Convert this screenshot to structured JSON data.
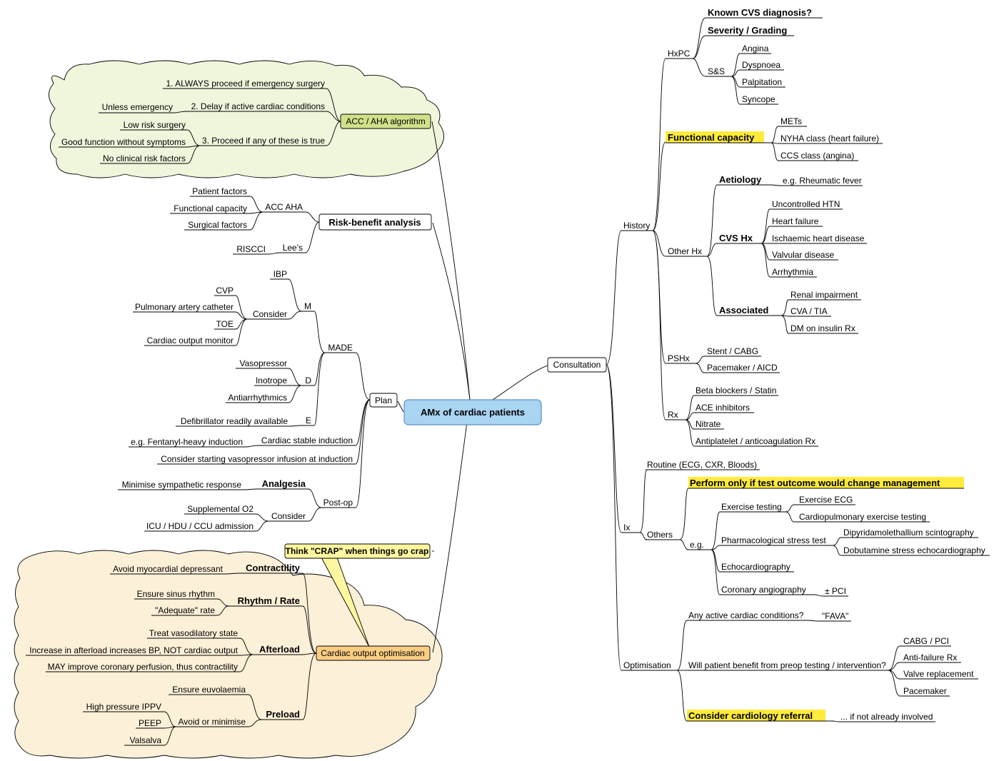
{
  "central": "AMx of cardiac patients",
  "colors": {
    "central_fill": "#a9d4f2",
    "central_stroke": "#5a8fc2",
    "green_cloud": "#eff6dc",
    "green_node": "#cfe28a",
    "orange_cloud": "#fdf0d8",
    "orange_node": "#fbcd83",
    "callout": "#fff6a0",
    "highlight": "#ffeb3b"
  },
  "left": {
    "acc_aha_algorithm": {
      "label": "ACC / AHA algorithm",
      "always": "1. ALWAYS proceed if emergency surgery",
      "delay": "2. Delay if active cardiac conditions",
      "unless": "Unless emergency",
      "proceed": "3. Proceed if any of these is true",
      "low_risk": "Low risk surgery",
      "good_function": "Good function without symptoms",
      "no_clinical": "No clinical risk factors"
    },
    "risk_benefit": {
      "label": "Risk-benefit analysis",
      "acc_aha": "ACC AHA",
      "patient_factors": "Patient factors",
      "functional_capacity": "Functional capacity",
      "surgical_factors": "Surgical factors",
      "lees": "Lee's",
      "riscci": "RISCCI"
    },
    "plan": {
      "label": "Plan",
      "made": "MADE",
      "m": "M",
      "ibp": "IBP",
      "consider": "Consider",
      "cvp": "CVP",
      "pac": "Pulmonary artery catheter",
      "toe": "TOE",
      "com": "Cardiac output monitor",
      "d": "D",
      "vasopressor": "Vasopressor",
      "inotrope": "Inotrope",
      "antiarrhythmics": "Antiarrhythmics",
      "e": "E",
      "defib": "Defibrillator readily available",
      "stable_induction": "Cardiac stable induction",
      "fentanyl": "e.g. Fentanyl-heavy induction",
      "vaso_infusion": "Consider starting vasopressor infusion at induction",
      "postop": "Post-op",
      "analgesia": "Analgesia",
      "minimise_symp": "Minimise sympathetic response",
      "consider2": "Consider",
      "supp_o2": "Supplemental O2",
      "icu": "ICU / HDU / CCU admission"
    },
    "callout": "Think \"CRAP\" when things go crap",
    "co_opt": {
      "label": "Cardiac output optimisation",
      "contractility": "Contractility",
      "avoid_depressant": "Avoid myocardial depressant",
      "rhythm": "Rhythm / Rate",
      "sinus": "Ensure sinus rhythm",
      "adequate": "\"Adequate\" rate",
      "afterload": "Afterload",
      "treat_vaso": "Treat vasodilatory state",
      "increase_afterload": "Increase in afterload increases BP, NOT cardiac output",
      "may_improve": "MAY improve coronary perfusion, thus contractility",
      "preload": "Preload",
      "euvolaemia": "Ensure euvolaemia",
      "avoid_min": "Avoid or minimise",
      "ippv": "High pressure IPPV",
      "peep": "PEEP",
      "valsalva": "Valsalva"
    }
  },
  "right": {
    "consultation": "Consultation",
    "history": {
      "label": "History",
      "hxpc": "HxPC",
      "known_cvs": "Known CVS diagnosis?",
      "severity": "Severity / Grading",
      "ss": "S&S",
      "angina": "Angina",
      "dyspnoea": "Dyspnoea",
      "palpitation": "Palpitation",
      "syncope": "Syncope",
      "functional": "Functional capacity",
      "mets": "METs",
      "nyha": "NYHA class (heart failure)",
      "ccs": "CCS class (angina)",
      "other_hx": "Other Hx",
      "aetiology": "Aetiology",
      "rheumatic": "e.g. Rheumatic fever",
      "cvs_hx": "CVS Hx",
      "htn": "Uncontrolled HTN",
      "hf": "Heart failure",
      "ihd": "Ischaemic heart disease",
      "valvular": "Valvular disease",
      "arrhythmia": "Arrhythmia",
      "associated": "Associated",
      "renal": "Renal impairment",
      "cva": "CVA / TIA",
      "dm": "DM on insulin Rx",
      "pshx": "PSHx",
      "stent": "Stent / CABG",
      "pacemaker_aicd": "Pacemaker / AICD",
      "rx": "Rx",
      "beta": "Beta blockers / Statin",
      "ace": "ACE inhibitors",
      "nitrate": "Nitrate",
      "antiplatelet": "Antiplatelet / anticoagulation Rx"
    },
    "ix": {
      "label": "Ix",
      "routine": "Routine (ECG, CXR, Bloods)",
      "others": "Others",
      "perform_only": "Perform only if test outcome would change management",
      "eg": "e.g.",
      "exercise": "Exercise testing",
      "ex_ecg": "Exercise ECG",
      "cpet": "Cardiopulmonary exercise testing",
      "pharm": "Pharmacological stress test",
      "dipyridamole": "Dipyridamolethallium scintography",
      "dobutamine": "Dobutamine stress echocardiography",
      "echo": "Echocardiography",
      "angio": "Coronary angiography",
      "pci": "± PCI"
    },
    "optimisation": {
      "label": "Optimisation",
      "active": "Any active cardiac conditions?",
      "fava": "\"FAVA\"",
      "benefit": "Will patient benefit from preop testing / intervention?",
      "cabg": "CABG / PCI",
      "antifailure": "Anti-failure Rx",
      "valve": "Valve replacement",
      "pacemaker": "Pacemaker",
      "referral": "Consider cardiology referral",
      "if_not": "... if not already involved"
    }
  }
}
